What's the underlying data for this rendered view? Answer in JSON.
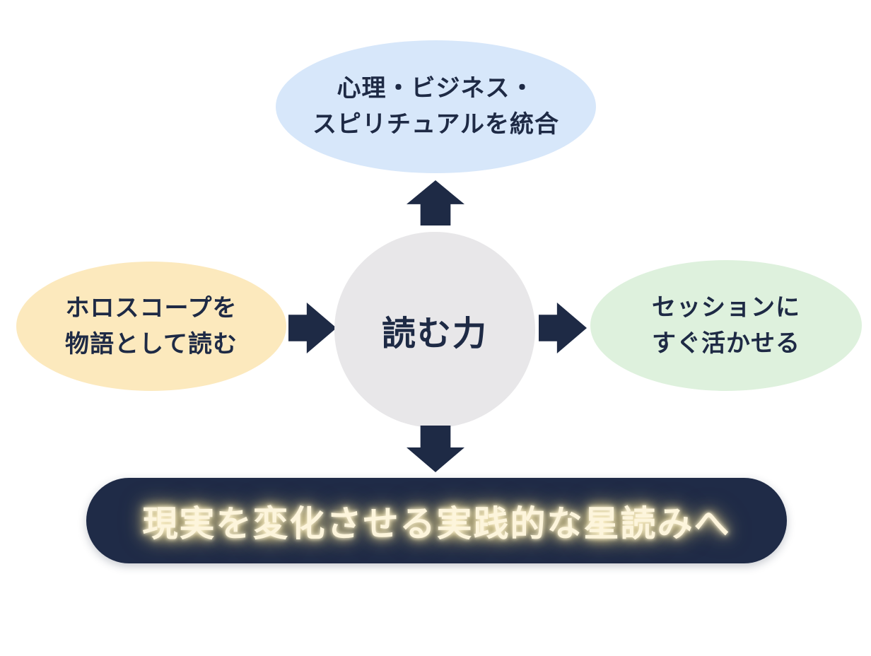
{
  "diagram": {
    "center_circle": {
      "label": "読む力",
      "bg": "#e8e7e9",
      "text_color": "#1e2a45"
    },
    "top_ellipse": {
      "lines": [
        "心理・ビジネス・",
        "スピリチュアルを統合"
      ],
      "bg": "#d7e7fa"
    },
    "left_ellipse": {
      "lines": [
        "ホロスコープを",
        "物語として読む"
      ],
      "bg": "#fce9bd"
    },
    "right_ellipse": {
      "lines": [
        "セッションに",
        "すぐ活かせる"
      ],
      "bg": "#def1dd"
    },
    "bottom_banner": {
      "label": "現実を変化させる実践的な星読みへ",
      "bg": "#1f2b47",
      "text_color": "#fdf5dc",
      "glow_color": "#f7e3a1"
    },
    "arrows": {
      "color": "#1e2a45",
      "directions": [
        "up",
        "right-from-left",
        "right-to-right",
        "down"
      ]
    }
  }
}
